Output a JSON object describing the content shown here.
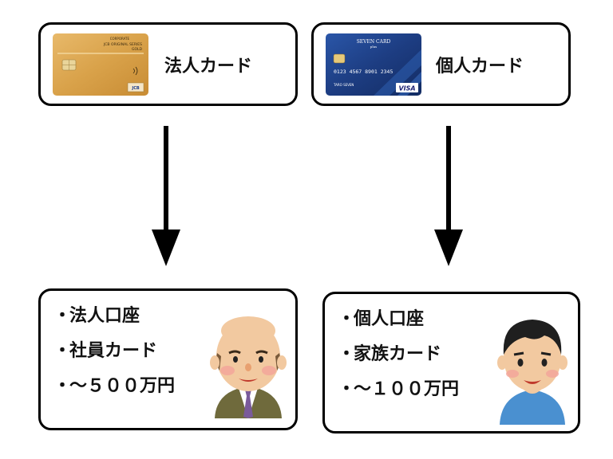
{
  "corporate": {
    "title": "法人カード",
    "card_lines": [
      "CORPORATE",
      "JCB ORIGINAL SERIES",
      "GOLD"
    ],
    "card_brand": "JCB",
    "items": [
      "法人口座",
      "社員カード",
      "〜５００万円"
    ]
  },
  "personal": {
    "title": "個人カード",
    "card_lines": [
      "SEVEN CARD",
      "plus",
      "0123 4567 8901 2345",
      "TARO SEVEN"
    ],
    "card_brand": "VISA",
    "items": [
      "個人口座",
      "家族カード",
      "〜１００万円"
    ]
  },
  "bullet": "・",
  "colors": {
    "gold_card": "#d9a24a",
    "navy_card": "#1d3d82",
    "border": "#000000",
    "arrow": "#000000"
  }
}
